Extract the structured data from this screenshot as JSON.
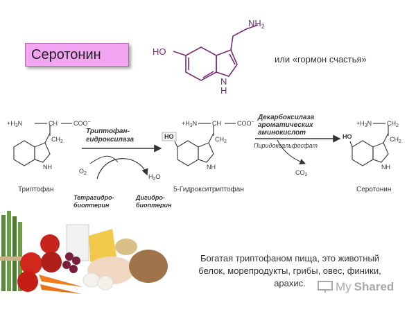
{
  "header": {
    "title": "Серотонин",
    "subtitle": "или «гормон счастья»"
  },
  "top_molecule": {
    "amine_label": "NH",
    "amine_sub": "2",
    "hydroxyl_label": "HO",
    "ring_n": "N",
    "ring_h": "H"
  },
  "scheme": {
    "tryptophan": {
      "amine": "+H",
      "amine_sub": "3",
      "n": "N",
      "ch": "CH",
      "carboxyl": "COO",
      "carboxyl_sup": "−",
      "ch2": "CH",
      "ch2_sub": "2",
      "nh": "NH",
      "name": "Триптофан"
    },
    "enzyme1": {
      "line1": "Триптофан-",
      "line2": "гидроксилаза"
    },
    "o2": "O",
    "o2_sub": "2",
    "h2o_h": "H",
    "h2o_sub": "2",
    "h2o_o": "O",
    "cofactor_in": {
      "line1": "Тетрагидро-",
      "line2": "биоптерин"
    },
    "cofactor_out": {
      "line1": "Дигидро-",
      "line2": "биоптерин"
    },
    "hydroxytryptophan": {
      "ho": "HO",
      "amine": "+H",
      "amine_sub": "3",
      "n": "N",
      "ch": "CH",
      "carboxyl": "COO",
      "carboxyl_sup": "−",
      "ch2": "CH",
      "ch2_sub": "2",
      "nh": "NH",
      "name": "5-Гидрокситриптофан"
    },
    "enzyme2": {
      "line1": "Декарбоксилаза",
      "line2": "ароматических",
      "line3": "аминокислот"
    },
    "cofactor2": "Пиридоксальфосфат",
    "co2": "CO",
    "co2_sub": "2",
    "serotonin": {
      "ho": "HO",
      "amine": "+H",
      "amine_sub": "3",
      "n": "N",
      "ch2a": "CH",
      "ch2a_sub": "2",
      "ch2b": "CH",
      "ch2b_sub": "2",
      "nh": "NH",
      "name": "Серотонин"
    }
  },
  "caption": {
    "line1": "Богатая триптофаном пища, это животный",
    "line2": "белок, морепродукты, грибы, овес, финики,",
    "line3": "арахис."
  },
  "watermark": {
    "prefix": "My",
    "brand": "Shared"
  },
  "colors": {
    "title_bg": "#f2a6f2",
    "molecule": "#7a2a7a",
    "scheme_text": "#333333"
  }
}
